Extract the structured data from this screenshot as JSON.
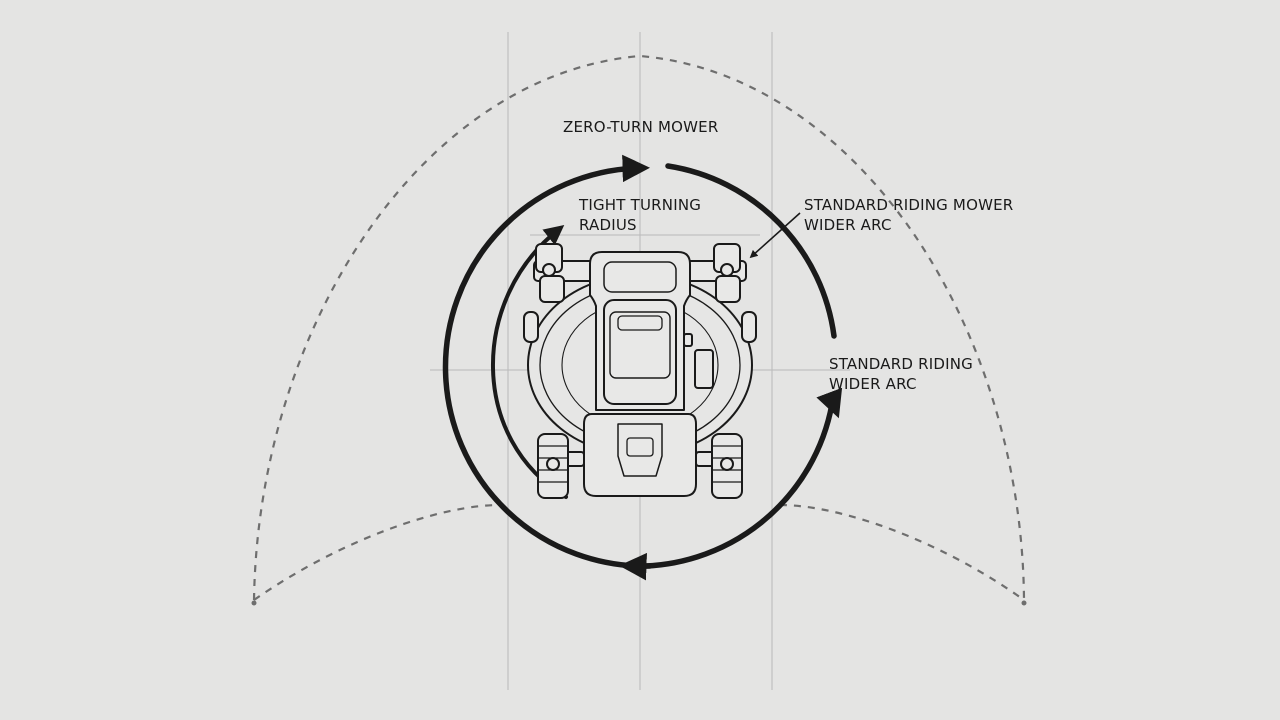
{
  "labels": {
    "zero_turn": "ZERO-TURN MOWER",
    "tight_line1": "TIGHT TURNING",
    "tight_line2": "RADIUS",
    "std_mower_line1": "STANDARD RIDING MOWER",
    "std_mower_line2": "WIDER ARC",
    "std_riding_line1": "STANDARD RIDING",
    "std_riding_line2": "WIDER ARC"
  },
  "colors": {
    "background": "#e4e4e3",
    "ink": "#1a1a1a",
    "guide": "#b9b9b9",
    "dashed_arc": "#6e6e6e"
  },
  "icons": [
    "mower-top-view-icon",
    "arrow-head-icon"
  ]
}
